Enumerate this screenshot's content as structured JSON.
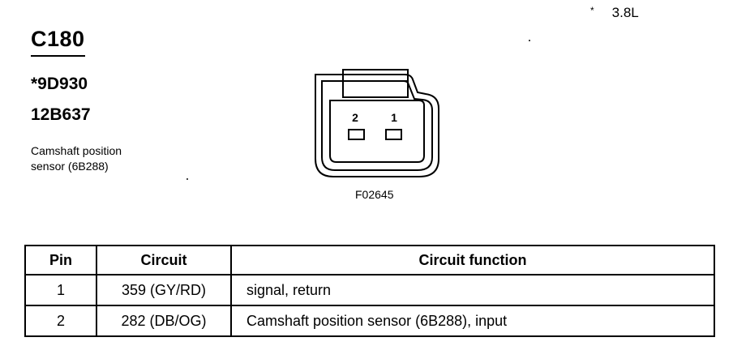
{
  "engine_note": {
    "marker": "*",
    "text": "3.8L"
  },
  "connector": {
    "id": "C180",
    "part_numbers": [
      "*9D930",
      "12B637"
    ],
    "description_lines": [
      "Camshaft position",
      "sensor (6B288)"
    ],
    "figure_code": "F02645",
    "pin_labels": [
      "2",
      "1"
    ]
  },
  "pin_table": {
    "headers": [
      "Pin",
      "Circuit",
      "Circuit function"
    ],
    "rows": [
      {
        "pin": "1",
        "circuit": "359 (GY/RD)",
        "function": "signal, return"
      },
      {
        "pin": "2",
        "circuit": "282 (DB/OG)",
        "function": "Camshaft position sensor (6B288), input"
      }
    ]
  }
}
